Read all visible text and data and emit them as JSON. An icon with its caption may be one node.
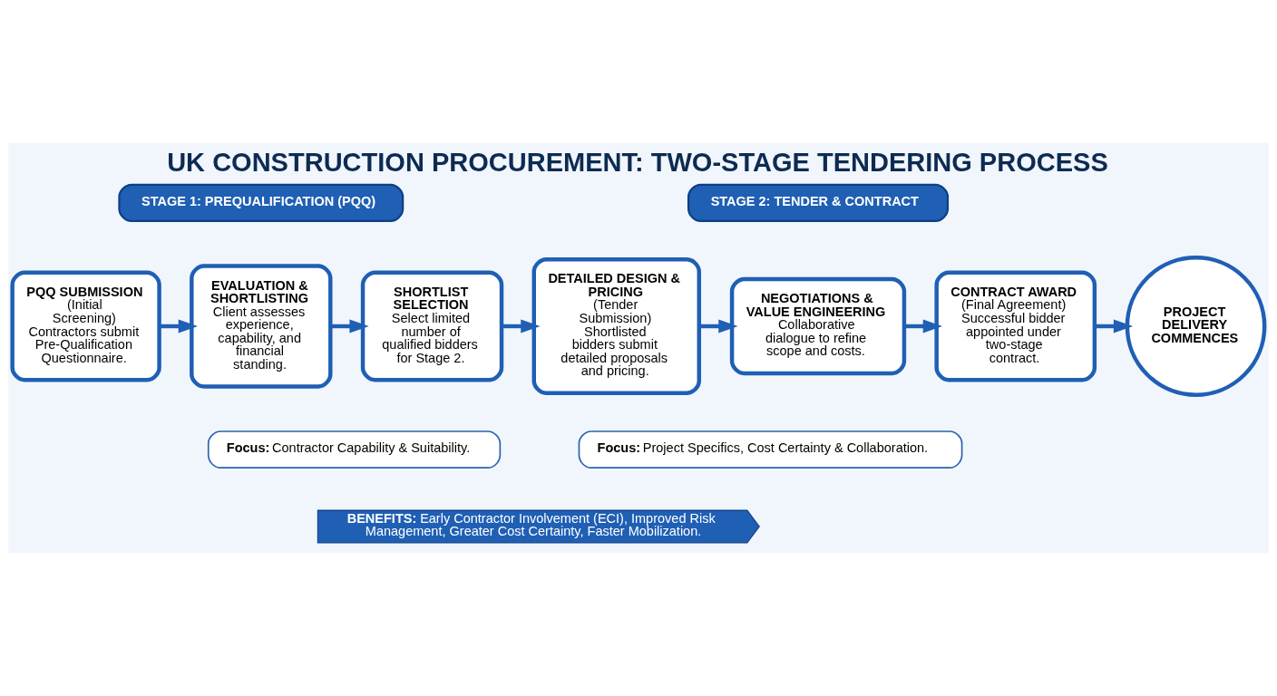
{
  "diagram": {
    "title": "UK CONSTRUCTION PROCUREMENT: TWO-STAGE TENDERING PROCESS",
    "nodes": [
      {
        "text": [
          "STAGE 1: PREQUALIFICATION (PQQ)"
        ]
      },
      {
        "text": [
          "STAGE 2: TENDER & CONTRACT"
        ]
      },
      {
        "text": [
          "PQQ SUBMISSION",
          "(Initial Screening)",
          "Contractors submit Pre-Qualification Questionnaire."
        ]
      },
      {
        "text": [
          "EVALUATION & SHORTLISTING",
          "Client assesses experience, capability, and financial standing."
        ]
      },
      {
        "text": [
          "SHORTLIST SELECTION",
          "Select limited number of qualified bidders for Stage 2."
        ]
      },
      {
        "text": [
          "DETAILED DESIGN & PRICING",
          "(Tender Submission)",
          "Shortlisted bidders submit detailed proposals and pricing."
        ]
      },
      {
        "text": [
          "NEGOTIATIONS & VALUE ENGINEERING",
          "Collaborative dialogue to refine scope and costs."
        ]
      },
      {
        "text": [
          "CONTRACT AWARD",
          "(Final Agreement)",
          "Successful bidder appointed under two-stage contract."
        ]
      },
      {
        "text": [
          "PROJECT DELIVERY COMMENCES"
        ]
      },
      {
        "text": [
          "**Focus:** Contractor Capability & Suitability."
        ]
      },
      {
        "text": [
          "**Focus:** Project Specifics, Cost Certainty & Collaboration."
        ]
      },
      {
        "text": [
          "**BENEFITS:** Early Contractor Involvement (ECI), Improved Risk Management, Greater Cost Certainty, Faster Mobilization."
        ]
      }
    ],
    "edges": [
      {
        "from": 2,
        "to": 3,
        "arrow": "to"
      },
      {
        "from": 3,
        "to": 4,
        "arrow": "to"
      },
      {
        "from": 4,
        "to": 5,
        "arrow": "to"
      },
      {
        "from": 5,
        "to": 6,
        "arrow": "to"
      },
      {
        "from": 6,
        "to": 7,
        "arrow": "to"
      },
      {
        "from": 7,
        "to": 8,
        "arrow": "to"
      }
    ]
  }
}
